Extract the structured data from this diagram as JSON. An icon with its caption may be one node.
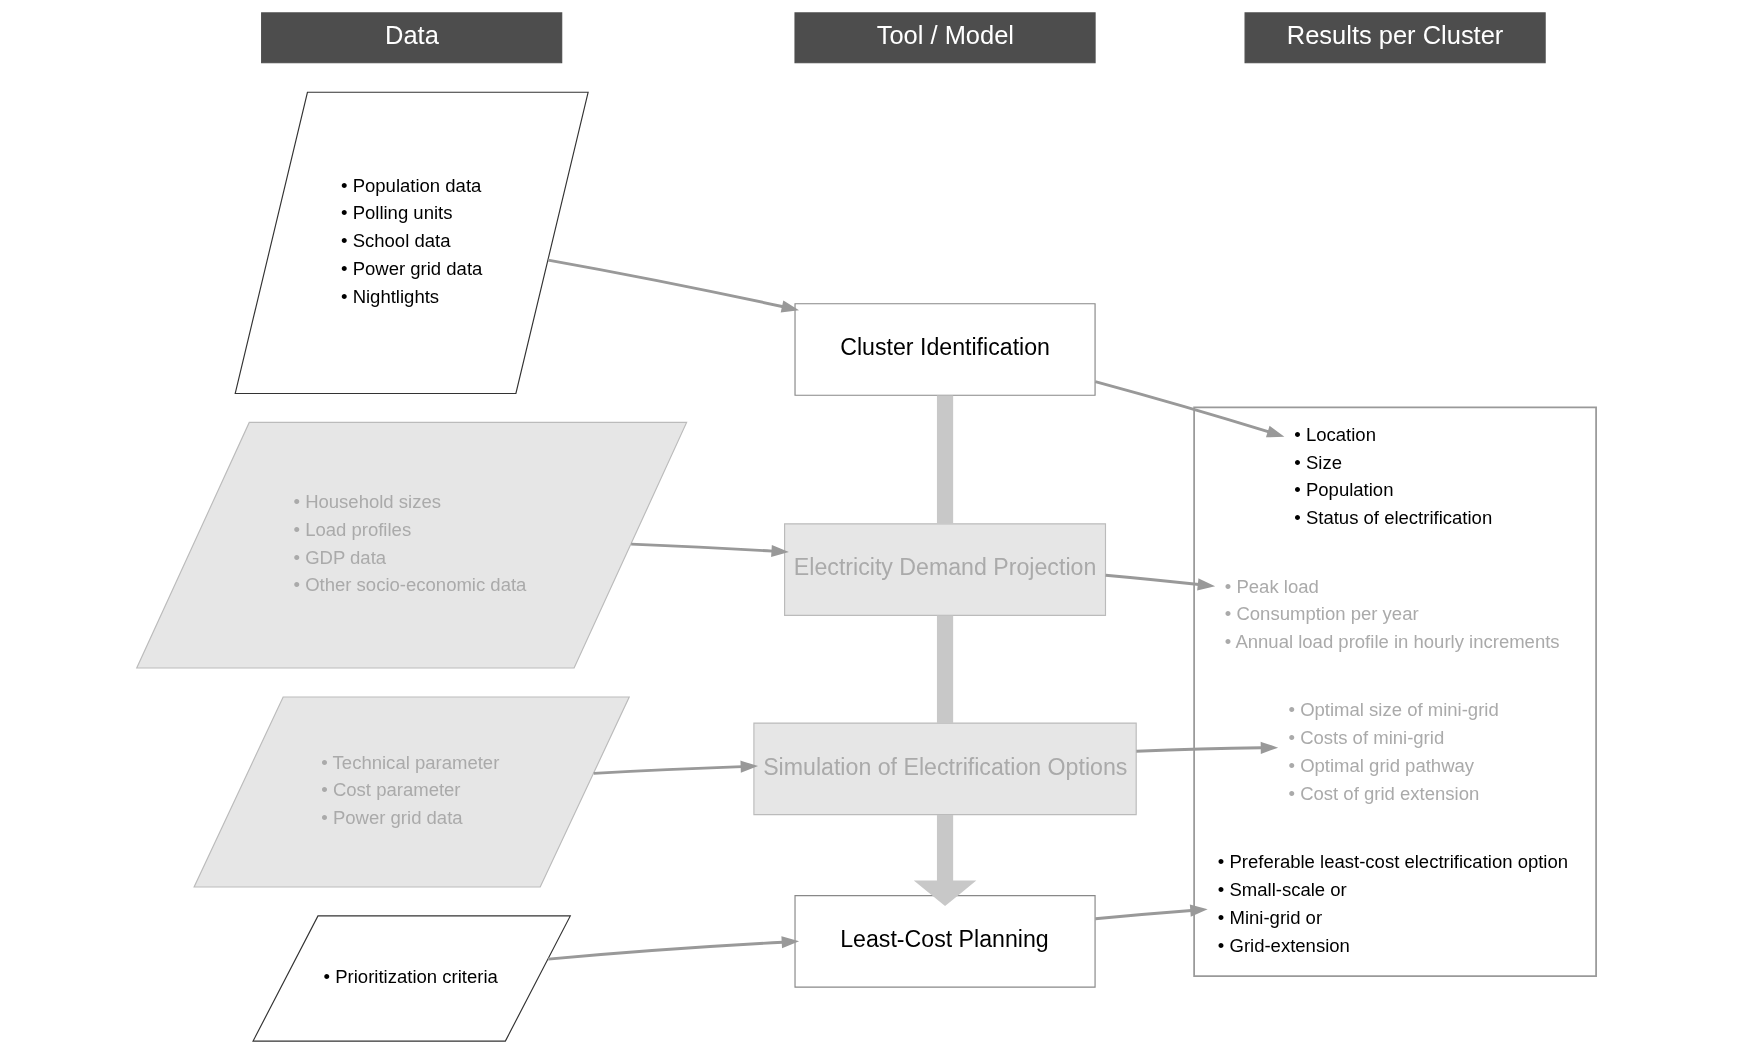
{
  "diagram": {
    "nodes": [
      {
        "text": [
          "Data"
        ]
      },
      {
        "text": [
          "Tool / Model"
        ]
      },
      {
        "text": [
          "Results per Cluster"
        ]
      },
      {
        "text": [
          "• Population data",
          "• Polling units",
          "• School data",
          "• Power grid data",
          "• Nightlights"
        ]
      },
      {
        "text": [
          "Cluster Identification"
        ]
      },
      {
        "text": [],
        "shape": "box"
      },
      {
        "text": [
          "• Location",
          "• Size",
          "• Population",
          "• Status of electrification"
        ],
        "in": 5
      },
      {
        "text": [
          "• Household sizes",
          "• Load profiles",
          "• GDP data",
          "• Other socio-economic data"
        ]
      },
      {
        "text": [
          "Electricity Demand Projection"
        ]
      },
      {
        "text": [
          "• Peak load",
          "• Consumption per year",
          "• Annual load profile in hourly increments"
        ],
        "in": 5
      },
      {
        "text": [
          "• Technical parameter",
          "• Cost parameter",
          "• Power grid data"
        ]
      },
      {
        "text": [
          "Simulation of Electrification Options"
        ]
      },
      {
        "text": [
          "• Optimal size of mini-grid",
          "• Costs of mini-grid",
          "• Optimal grid pathway",
          "• Cost of grid extension"
        ],
        "in": 5
      },
      {
        "text": [
          "• Prioritization criteria"
        ]
      },
      {
        "text": [
          "Least-Cost Planning"
        ]
      },
      {
        "text": [
          "• Preferable least-cost electrification option",
          "• Small-scale or",
          "• Mini-grid or",
          "• Grid-extension"
        ],
        "in": 5
      }
    ],
    "edges": [
      {
        "from": 3,
        "to": 4,
        "arrow": "to"
      },
      {
        "from": 4,
        "to": 6,
        "arrow": "to"
      },
      {
        "from": 7,
        "to": 8,
        "arrow": "to"
      },
      {
        "from": 8,
        "to": 9,
        "arrow": "to"
      },
      {
        "from": 10,
        "to": 11,
        "arrow": "to"
      },
      {
        "from": 11,
        "to": 12,
        "arrow": "to"
      },
      {
        "from": 13,
        "to": 14,
        "arrow": "to"
      },
      {
        "from": 14,
        "to": 15,
        "arrow": "to"
      },
      {
        "from": 4,
        "to": 8,
        "arrow": "none",
        "style": "thick",
        "color": "#c8c8c8"
      },
      {
        "from": 8,
        "to": 11,
        "arrow": "none",
        "style": "thick",
        "color": "#c8c8c8"
      },
      {
        "from": 11,
        "to": 14,
        "arrow": "to",
        "style": "thick",
        "color": "#c8c8c8"
      }
    ]
  }
}
